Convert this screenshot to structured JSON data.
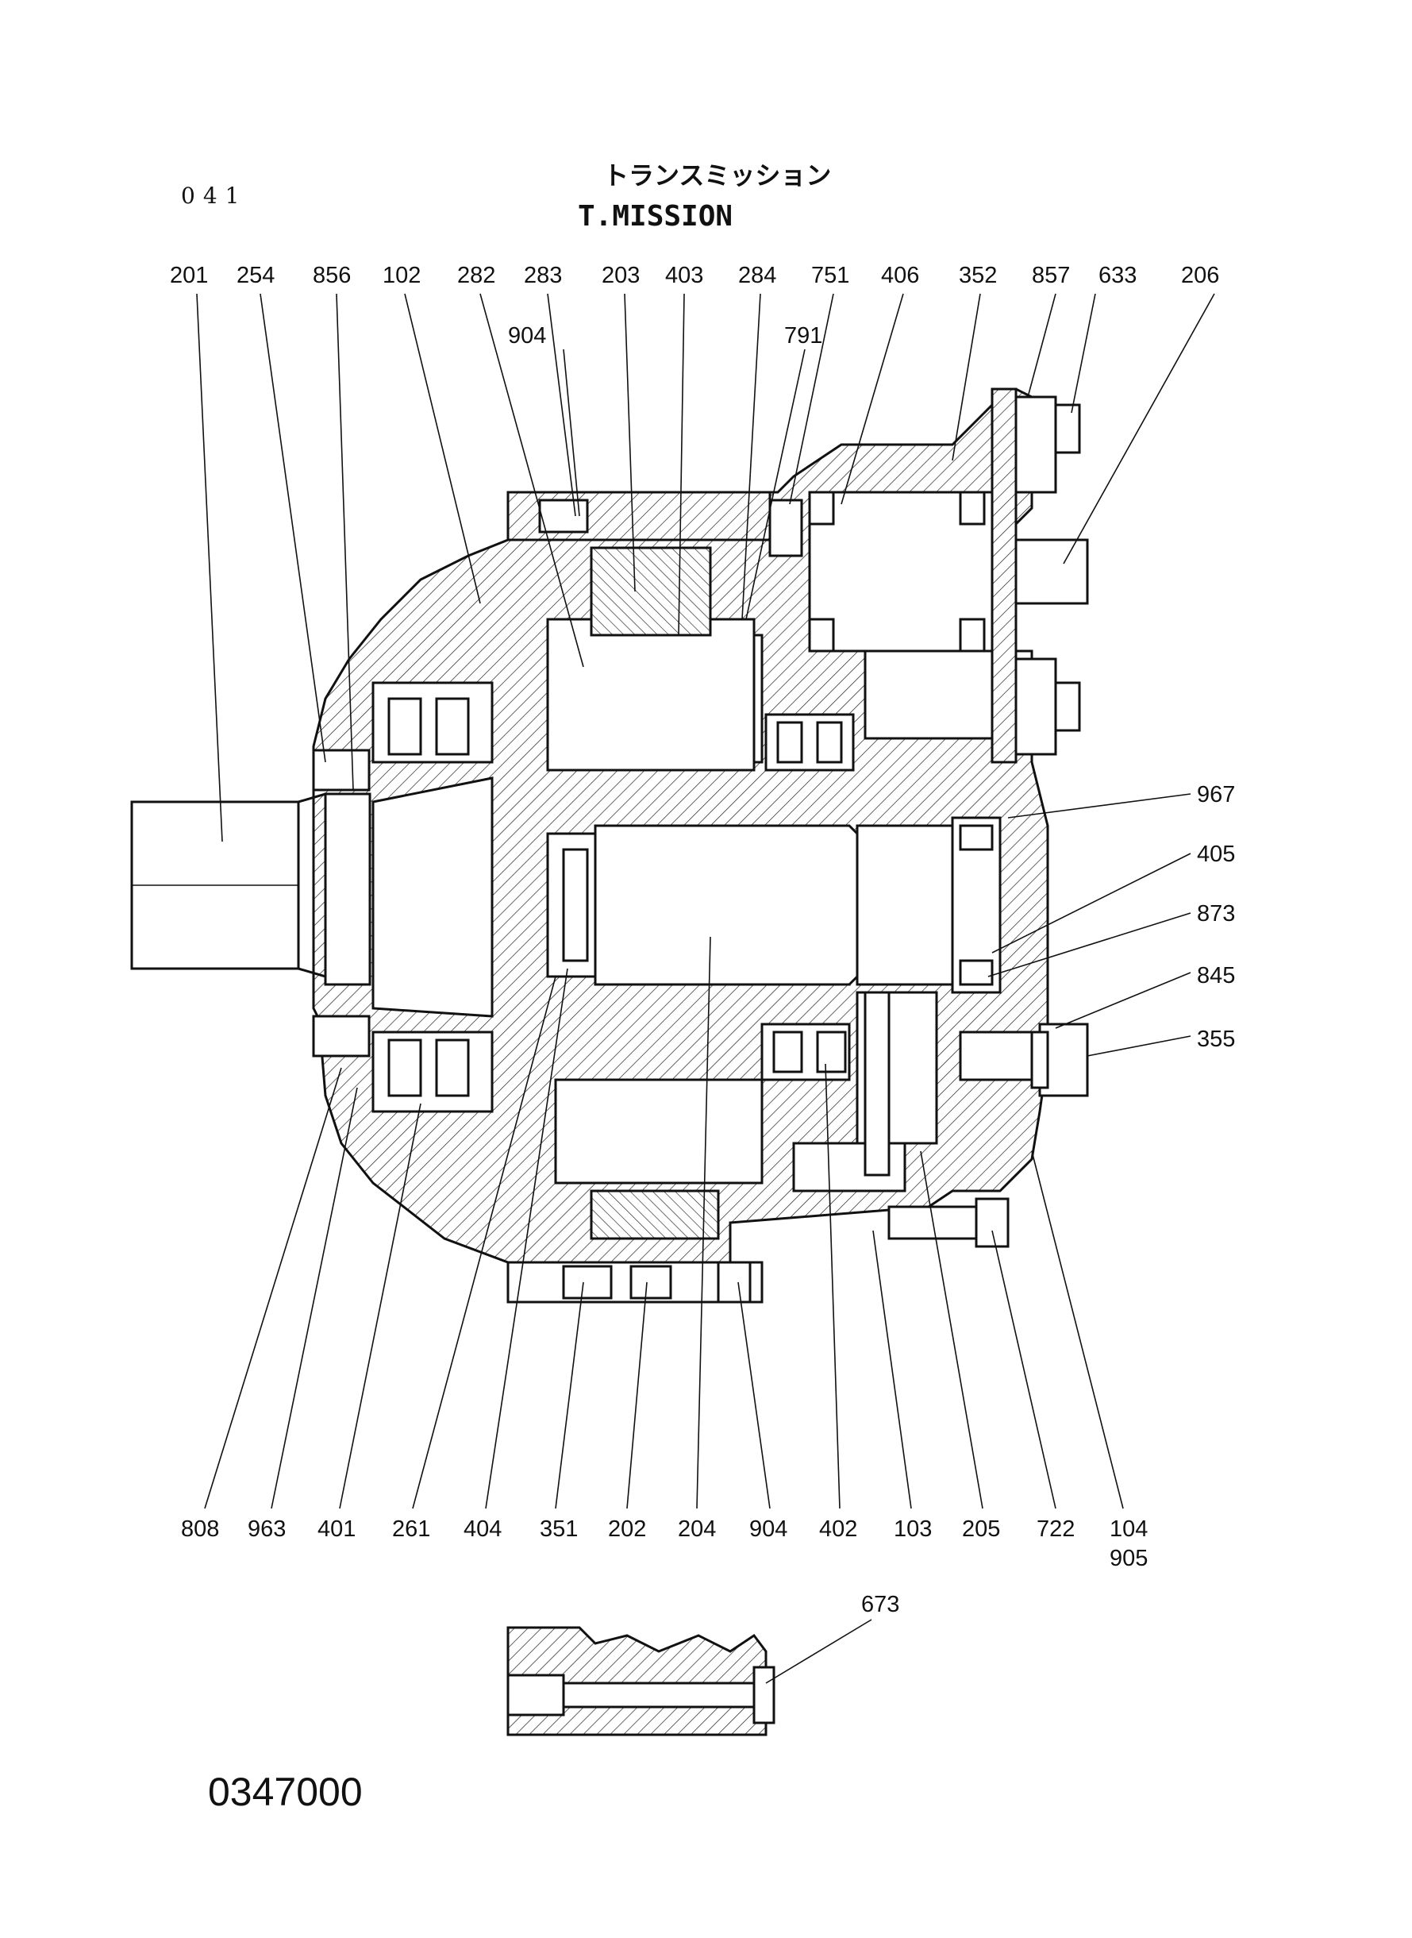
{
  "header": {
    "page_number": "041",
    "title_jp": "トランスミッション",
    "title_en": "T.MISSION"
  },
  "drawing_number": "0347000",
  "callouts": {
    "top": [
      "201",
      "254",
      "856",
      "102",
      "282",
      "283",
      "203",
      "403",
      "284",
      "751",
      "406",
      "352",
      "857",
      "633",
      "206"
    ],
    "top_inner": [
      "904",
      "791"
    ],
    "right": [
      "967",
      "405",
      "873",
      "845",
      "355"
    ],
    "bottom": [
      "808",
      "963",
      "401",
      "261",
      "404",
      "351",
      "202",
      "204",
      "904",
      "402",
      "103",
      "205",
      "722",
      "104"
    ],
    "bottom_extra": "905",
    "detail": "673"
  }
}
